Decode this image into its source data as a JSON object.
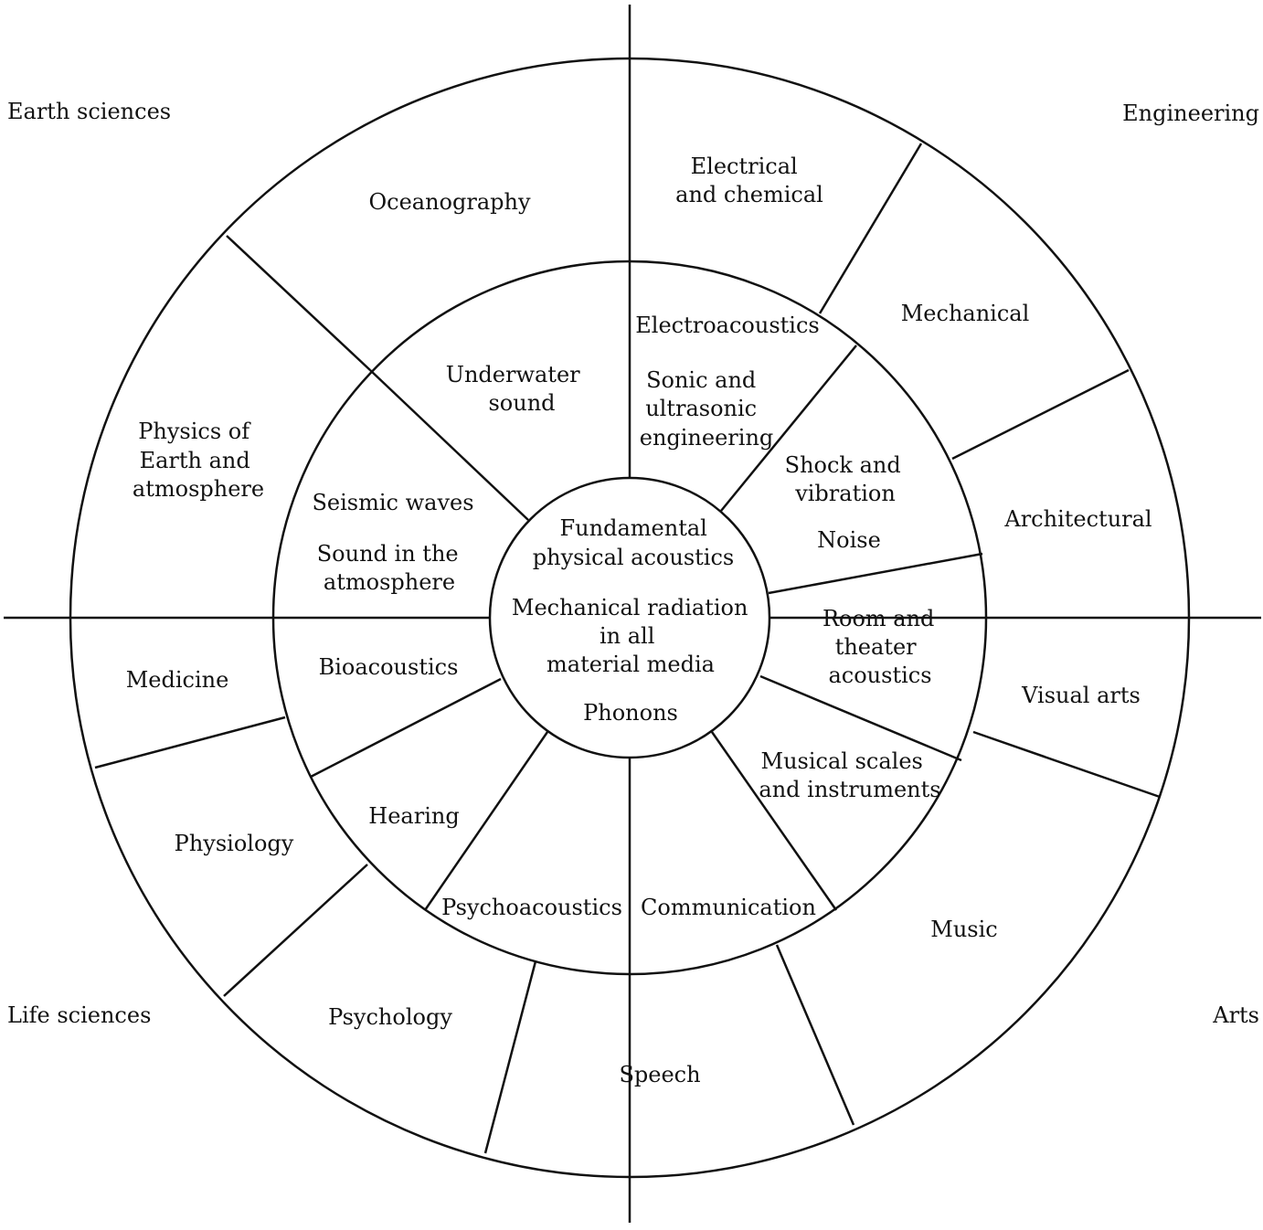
{
  "corners": {
    "earth_sciences": "Earth sciences",
    "engineering": "Engineering",
    "life_sciences": "Life sciences",
    "arts": "Arts"
  },
  "center": {
    "fundamental": [
      "Fundamental",
      "physical acoustics"
    ],
    "mechanical_radiation": [
      "Mechanical radiation",
      "in all",
      "material media"
    ],
    "phonons": "Phonons"
  },
  "middle_ring": {
    "underwater_sound": [
      "Underwater",
      "sound"
    ],
    "electroacoustics": "Electroacoustics",
    "sonic_ultrasonic": [
      "Sonic and",
      "ultrasonic",
      "engineering"
    ],
    "shock_vibration": [
      "Shock and",
      "vibration"
    ],
    "noise": "Noise",
    "room_theater": [
      "Room and",
      "theater",
      "acoustics"
    ],
    "musical_scales": [
      "Musical scales",
      "and instruments"
    ],
    "communication": "Communication",
    "psychoacoustics": "Psychoacoustics",
    "hearing": "Hearing",
    "bioacoustics": "Bioacoustics",
    "seismic_waves": "Seismic waves",
    "sound_atmosphere": [
      "Sound in the",
      "atmosphere"
    ]
  },
  "outer_ring": {
    "oceanography": "Oceanography",
    "electrical_chemical": [
      "Electrical",
      "and chemical"
    ],
    "mechanical": "Mechanical",
    "architectural": "Architectural",
    "visual_arts": "Visual arts",
    "music": "Music",
    "speech": "Speech",
    "psychology": "Psychology",
    "physiology": "Physiology",
    "medicine": "Medicine",
    "physics_earth": [
      "Physics of",
      "Earth and",
      "atmosphere"
    ]
  },
  "colors": {
    "ink": "#111111",
    "background": "#ffffff"
  }
}
